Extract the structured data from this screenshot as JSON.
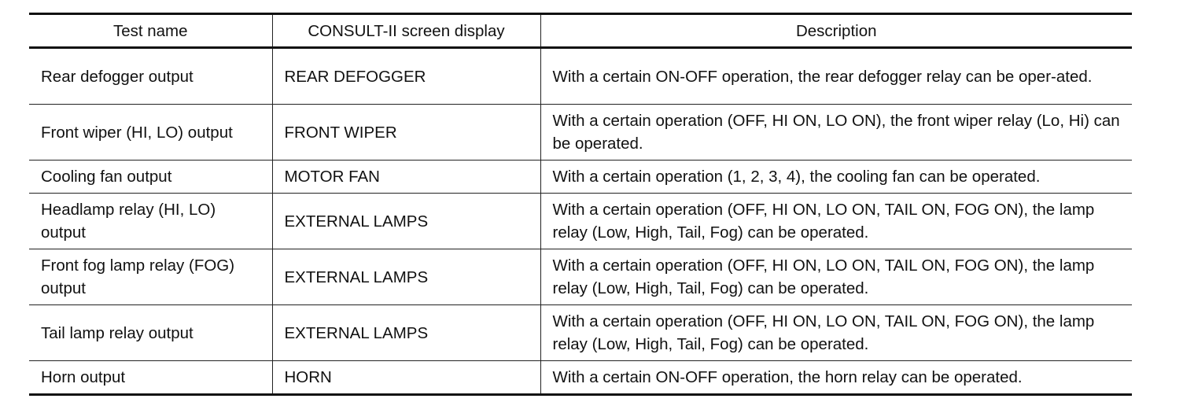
{
  "table": {
    "headers": [
      "Test name",
      "CONSULT-II screen display",
      "Description"
    ],
    "rows": [
      [
        "Rear defogger output",
        "REAR DEFOGGER",
        "With a certain ON-OFF operation, the rear defogger relay can be oper-ated."
      ],
      [
        "Front wiper (HI, LO) output",
        "FRONT WIPER",
        "With a certain operation (OFF, HI ON, LO ON), the front wiper relay (Lo, Hi) can be operated."
      ],
      [
        "Cooling fan output",
        "MOTOR FAN",
        "With a certain operation (1, 2, 3, 4), the cooling fan can be operated."
      ],
      [
        "Headlamp relay (HI, LO) output",
        "EXTERNAL LAMPS",
        "With a certain operation (OFF, HI ON, LO ON, TAIL ON, FOG ON), the lamp relay (Low, High, Tail, Fog) can be operated."
      ],
      [
        "Front fog lamp relay (FOG) output",
        "EXTERNAL LAMPS",
        "With a certain operation (OFF, HI ON, LO ON, TAIL ON, FOG ON), the lamp relay (Low, High, Tail, Fog) can be operated."
      ],
      [
        "Tail lamp relay output",
        "EXTERNAL LAMPS",
        "With a certain operation (OFF, HI ON, LO ON, TAIL ON, FOG ON), the lamp relay (Low, High, Tail, Fog) can be operated."
      ],
      [
        "Horn output",
        "HORN",
        "With a certain ON-OFF operation, the horn relay can be operated."
      ]
    ]
  }
}
